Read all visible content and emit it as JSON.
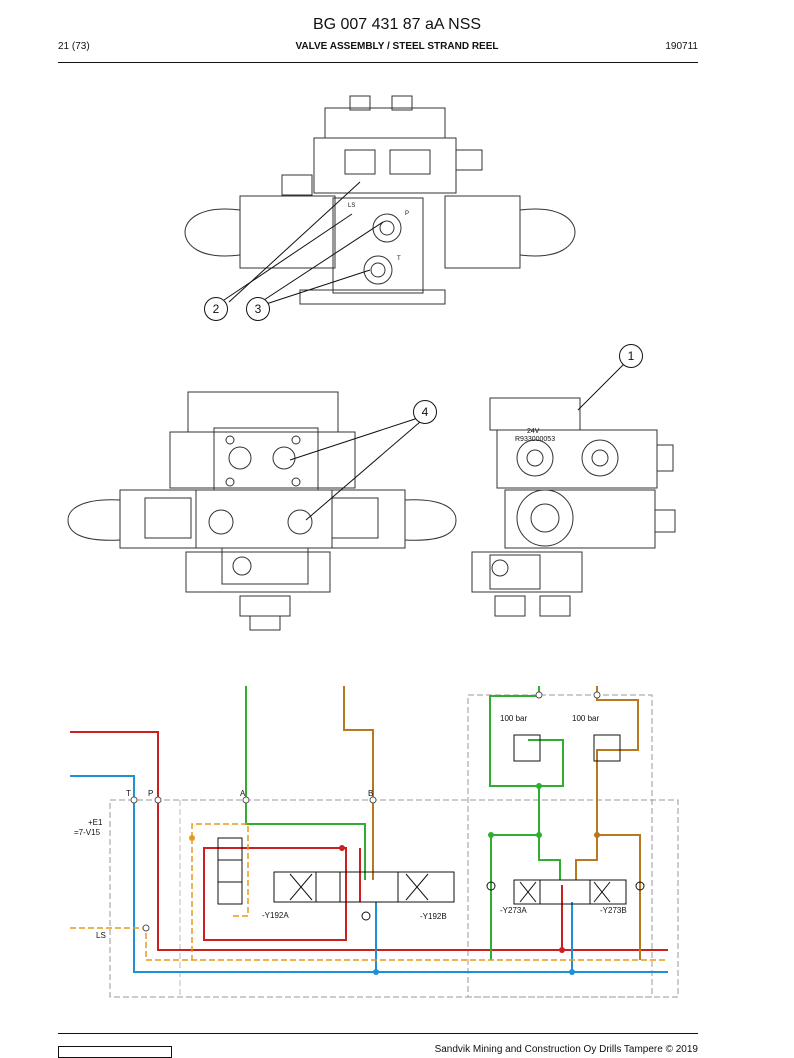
{
  "header": {
    "doc_number": "BG 007 431 87 aA NSS",
    "page": "21 (73)",
    "section_title": "VALVE ASSEMBLY / STEEL STRAND REEL",
    "date": "190711"
  },
  "callouts": [
    "1",
    "2",
    "3",
    "4"
  ],
  "solenoid_label": {
    "voltage": "24V",
    "part": "R933000053"
  },
  "port_labels": {
    "ls": "LS",
    "p": "P",
    "t": "T"
  },
  "schematic": {
    "port_t": "T",
    "port_p": "P",
    "port_a": "A",
    "port_b": "B",
    "ref_e1": "+E1",
    "ref_v15": "=7-V15",
    "port_ls": "LS",
    "relief_left": "100 bar",
    "relief_right": "100 bar",
    "sol_y192a": "-Y192A",
    "sol_y192b": "-Y192B",
    "sol_y273a": "-Y273A",
    "sol_y273b": "-Y273B"
  },
  "colors": {
    "pressure": "#cc1f1f",
    "tank": "#1e90d6",
    "a_line": "#2fae2f",
    "b_line": "#b8781e",
    "ls_line": "#e59a1c"
  },
  "footer": {
    "copyright": "Sandvik Mining and Construction Oy Drills Tampere © 2019"
  }
}
